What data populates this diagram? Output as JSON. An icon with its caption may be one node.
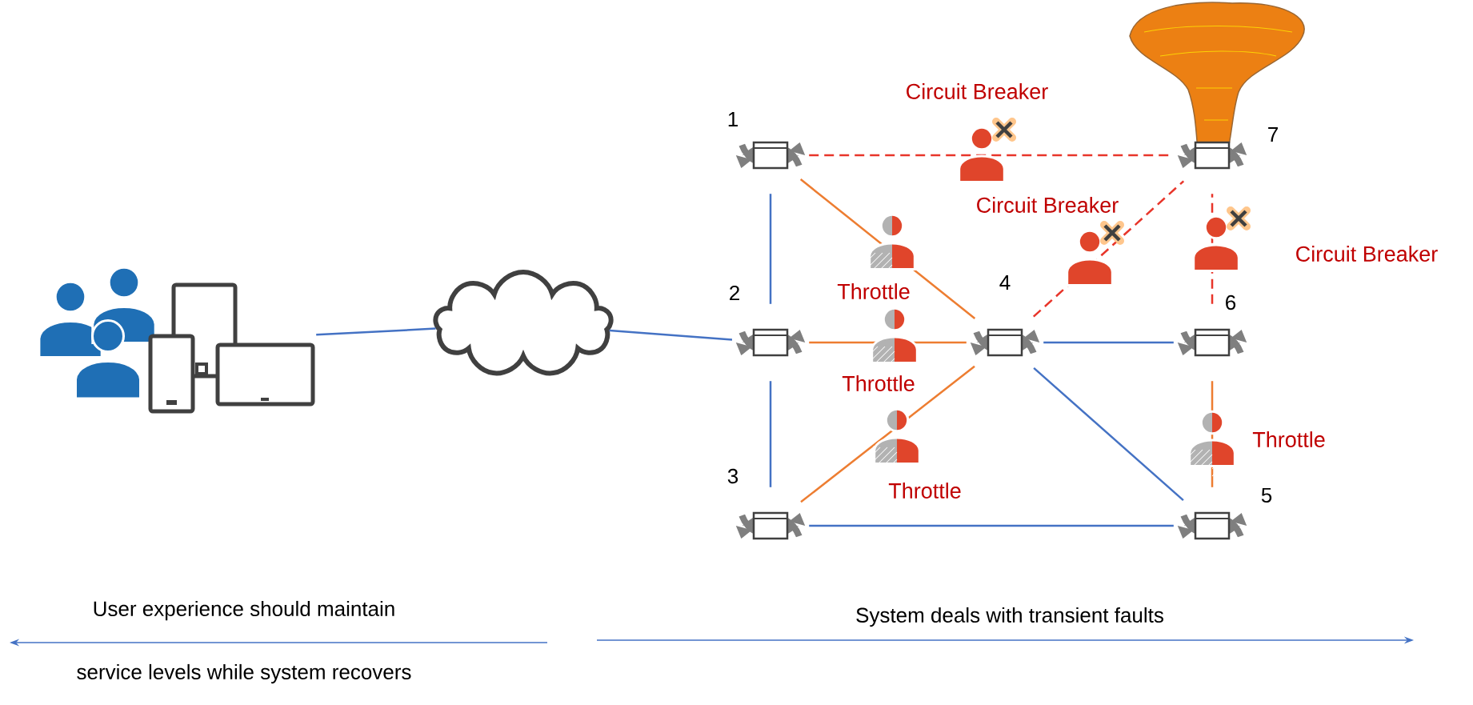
{
  "diagram": {
    "nodes": [
      {
        "text": [],
        "shape": "picture"
      },
      {
        "text": [],
        "shape": "cloud"
      },
      {
        "text": [],
        "shape": "picture",
        "beside": [
          "1"
        ]
      },
      {
        "text": [],
        "shape": "picture",
        "beside": [
          "2"
        ]
      },
      {
        "text": [],
        "shape": "picture",
        "beside": [
          "3"
        ]
      },
      {
        "text": [],
        "shape": "picture",
        "beside": [
          "4"
        ]
      },
      {
        "text": [],
        "shape": "picture",
        "beside": [
          "5"
        ]
      },
      {
        "text": [],
        "shape": "picture",
        "beside": [
          "6"
        ]
      },
      {
        "text": [],
        "shape": "picture",
        "beside": [
          "7"
        ]
      }
    ],
    "edges": [
      {
        "from": 0,
        "to": 1,
        "arrow": "none"
      },
      {
        "from": 1,
        "to": 3,
        "arrow": "none"
      },
      {
        "from": 2,
        "to": 3,
        "arrow": "none"
      },
      {
        "from": 3,
        "to": 4,
        "arrow": "none"
      },
      {
        "from": 2,
        "to": 5,
        "arrow": "none",
        "label": "Throttle",
        "color": "#ed7d31"
      },
      {
        "from": 3,
        "to": 5,
        "arrow": "none",
        "label": "Throttle",
        "color": "#ed7d31"
      },
      {
        "from": 4,
        "to": 5,
        "arrow": "none",
        "label": "Throttle",
        "color": "#ed7d31"
      },
      {
        "from": 5,
        "to": 7,
        "arrow": "none"
      },
      {
        "from": 5,
        "to": 6,
        "arrow": "none"
      },
      {
        "from": 4,
        "to": 6,
        "arrow": "none"
      },
      {
        "from": 7,
        "to": 6,
        "arrow": "none",
        "label": "Throttle",
        "color": "#ed7d31"
      },
      {
        "from": 2,
        "to": 8,
        "arrow": "none",
        "label": "Circuit Breaker",
        "style": "dashed",
        "color": "#e8352a"
      },
      {
        "from": 5,
        "to": 8,
        "arrow": "none",
        "label": "Circuit Breaker",
        "style": "dashed",
        "color": "#e8352a"
      },
      {
        "from": 7,
        "to": 8,
        "arrow": "none",
        "label": "Circuit Breaker",
        "style": "dashed",
        "color": "#e8352a"
      }
    ],
    "labels": [
      "User experience should maintain",
      "service levels while system recovers",
      "System deals with transient faults"
    ]
  }
}
